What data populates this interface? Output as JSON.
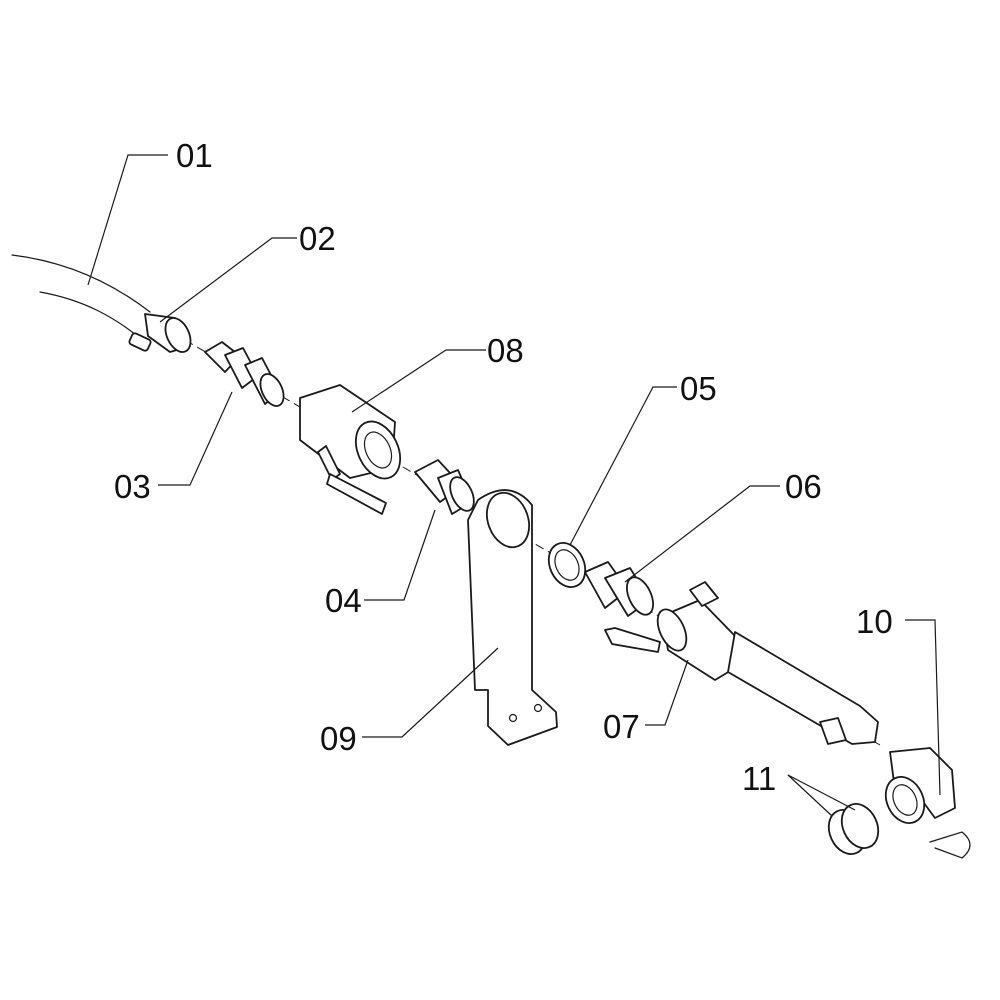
{
  "diagram": {
    "callouts": [
      {
        "id": "01",
        "text": "01"
      },
      {
        "id": "02",
        "text": "02"
      },
      {
        "id": "03",
        "text": "03"
      },
      {
        "id": "04",
        "text": "04"
      },
      {
        "id": "05",
        "text": "05"
      },
      {
        "id": "06",
        "text": "06"
      },
      {
        "id": "07",
        "text": "07"
      },
      {
        "id": "08",
        "text": "08"
      },
      {
        "id": "09",
        "text": "09"
      },
      {
        "id": "10",
        "text": "10"
      },
      {
        "id": "11",
        "text": "11"
      }
    ]
  }
}
